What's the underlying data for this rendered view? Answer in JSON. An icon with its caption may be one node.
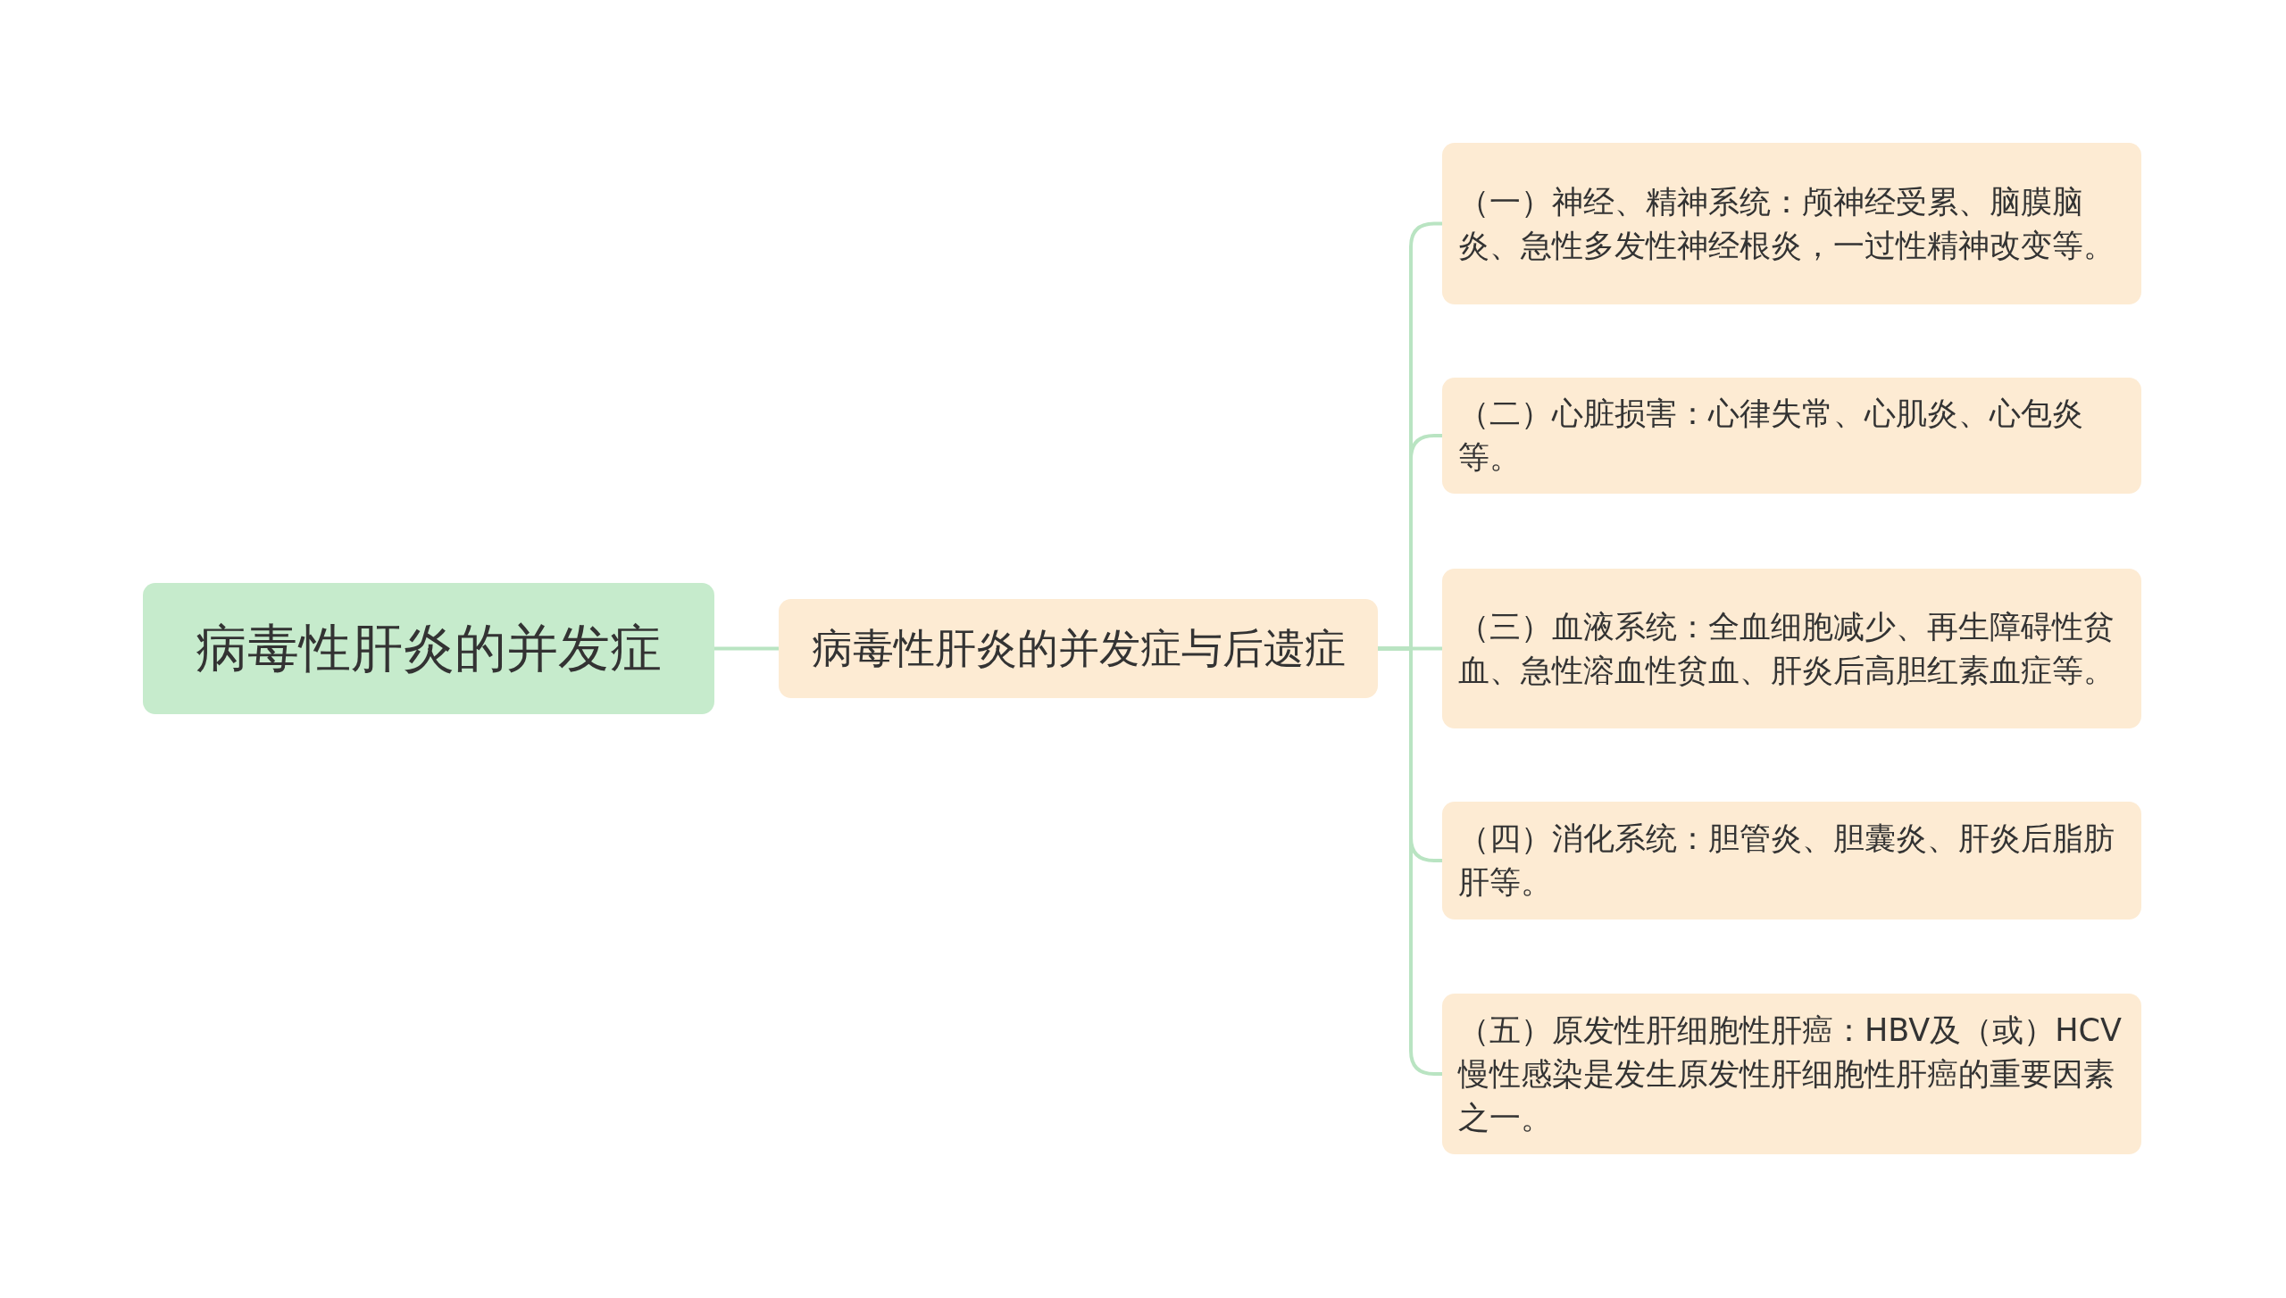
{
  "diagram": {
    "nodes": [
      {
        "text": [
          "病毒性肝炎的并发症"
        ]
      },
      {
        "text": [
          "病毒性肝炎的并发症与后遗症"
        ]
      },
      {
        "text": [
          "（一）神经、精神系统：颅神经受累、脑膜脑炎、急性多发性神经根炎，一过性精神改变等。"
        ]
      },
      {
        "text": [
          "（二）心脏损害：心律失常、心肌炎、心包炎等。"
        ]
      },
      {
        "text": [
          "（三）血液系统：全血细胞减少、再生障碍性贫血、急性溶血性贫血、肝炎后高胆红素血症等。"
        ]
      },
      {
        "text": [
          "（四）消化系统：胆管炎、胆囊炎、肝炎后脂肪肝等。"
        ]
      },
      {
        "text": [
          "（五）原发性肝细胞性肝癌：HBV及（或）HCV慢性感染是发生原发性肝细胞性肝癌的重要因素之一。"
        ]
      }
    ],
    "edges": [
      {
        "from": 0,
        "to": 1,
        "arrow": "none"
      },
      {
        "from": 1,
        "to": 2,
        "arrow": "none"
      },
      {
        "from": 1,
        "to": 3,
        "arrow": "none"
      },
      {
        "from": 1,
        "to": 4,
        "arrow": "none"
      },
      {
        "from": 1,
        "to": 5,
        "arrow": "none"
      },
      {
        "from": 1,
        "to": 6,
        "arrow": "none"
      }
    ]
  }
}
